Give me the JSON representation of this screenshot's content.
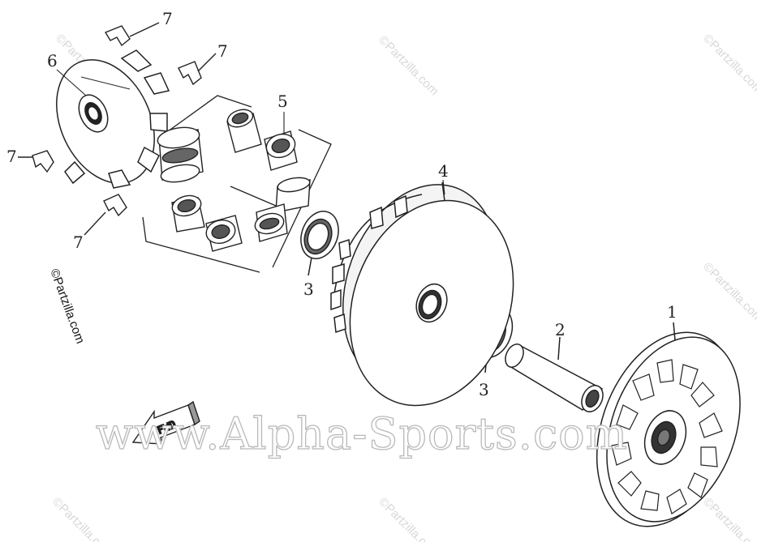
{
  "diagram": {
    "parts": [
      {
        "id": "drive-face",
        "number": "1"
      },
      {
        "id": "collar",
        "number": "2"
      },
      {
        "id": "oil-seal",
        "number": "3"
      },
      {
        "id": "movable-drive-face",
        "number": "4"
      },
      {
        "id": "roller-weight",
        "number": "5"
      },
      {
        "id": "ramp-plate",
        "number": "6"
      },
      {
        "id": "slide-piece",
        "number": "7"
      }
    ],
    "direction_label": "FWD",
    "copyright_text": "©Partzilla.com",
    "watermark_small": "©Partzilla.com",
    "watermark_main": "www.Alpha-Sports.com",
    "colors": {
      "ink": "#222222",
      "watermark_stroke": "#b9b9b9",
      "watermark_faint": "#d8d8d8"
    }
  }
}
